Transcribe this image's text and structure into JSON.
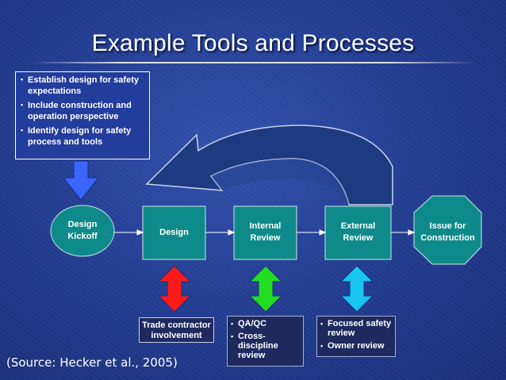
{
  "title": "Example Tools and Processes",
  "top_note": {
    "bullets": [
      "Establish design for safety expectations",
      "Include construction and operation perspective",
      "Identify design for safety process and tools"
    ]
  },
  "stages": [
    {
      "label_lines": [
        "Design",
        "Kickoff"
      ]
    },
    {
      "label_lines": [
        "Design"
      ]
    },
    {
      "label_lines": [
        "Internal",
        "Review"
      ]
    },
    {
      "label_lines": [
        "External",
        "Review"
      ]
    },
    {
      "label_lines": [
        "Issue for",
        "Construction"
      ]
    }
  ],
  "lower_boxes": {
    "trade": {
      "lines": [
        "Trade contractor",
        "involvement"
      ]
    },
    "qa": {
      "bullets": [
        [
          "QA/QC"
        ],
        [
          "Cross-",
          "discipline",
          "review"
        ]
      ]
    },
    "ext": {
      "bullets": [
        [
          "Focused safety",
          "review"
        ],
        [
          "Owner review"
        ]
      ]
    }
  },
  "source": "(Source: Hecker et al., 2005)",
  "colors": {
    "background": "#243f95",
    "stage_fill": "#0f8a8a",
    "stage_stroke": "#cfe7e7",
    "feedback_arrow": "#1e3a80",
    "down_arrow": "#3a66ff",
    "arrow_red": "#ff1a1a",
    "arrow_green": "#22dd22",
    "arrow_cyan": "#19c6f2"
  }
}
